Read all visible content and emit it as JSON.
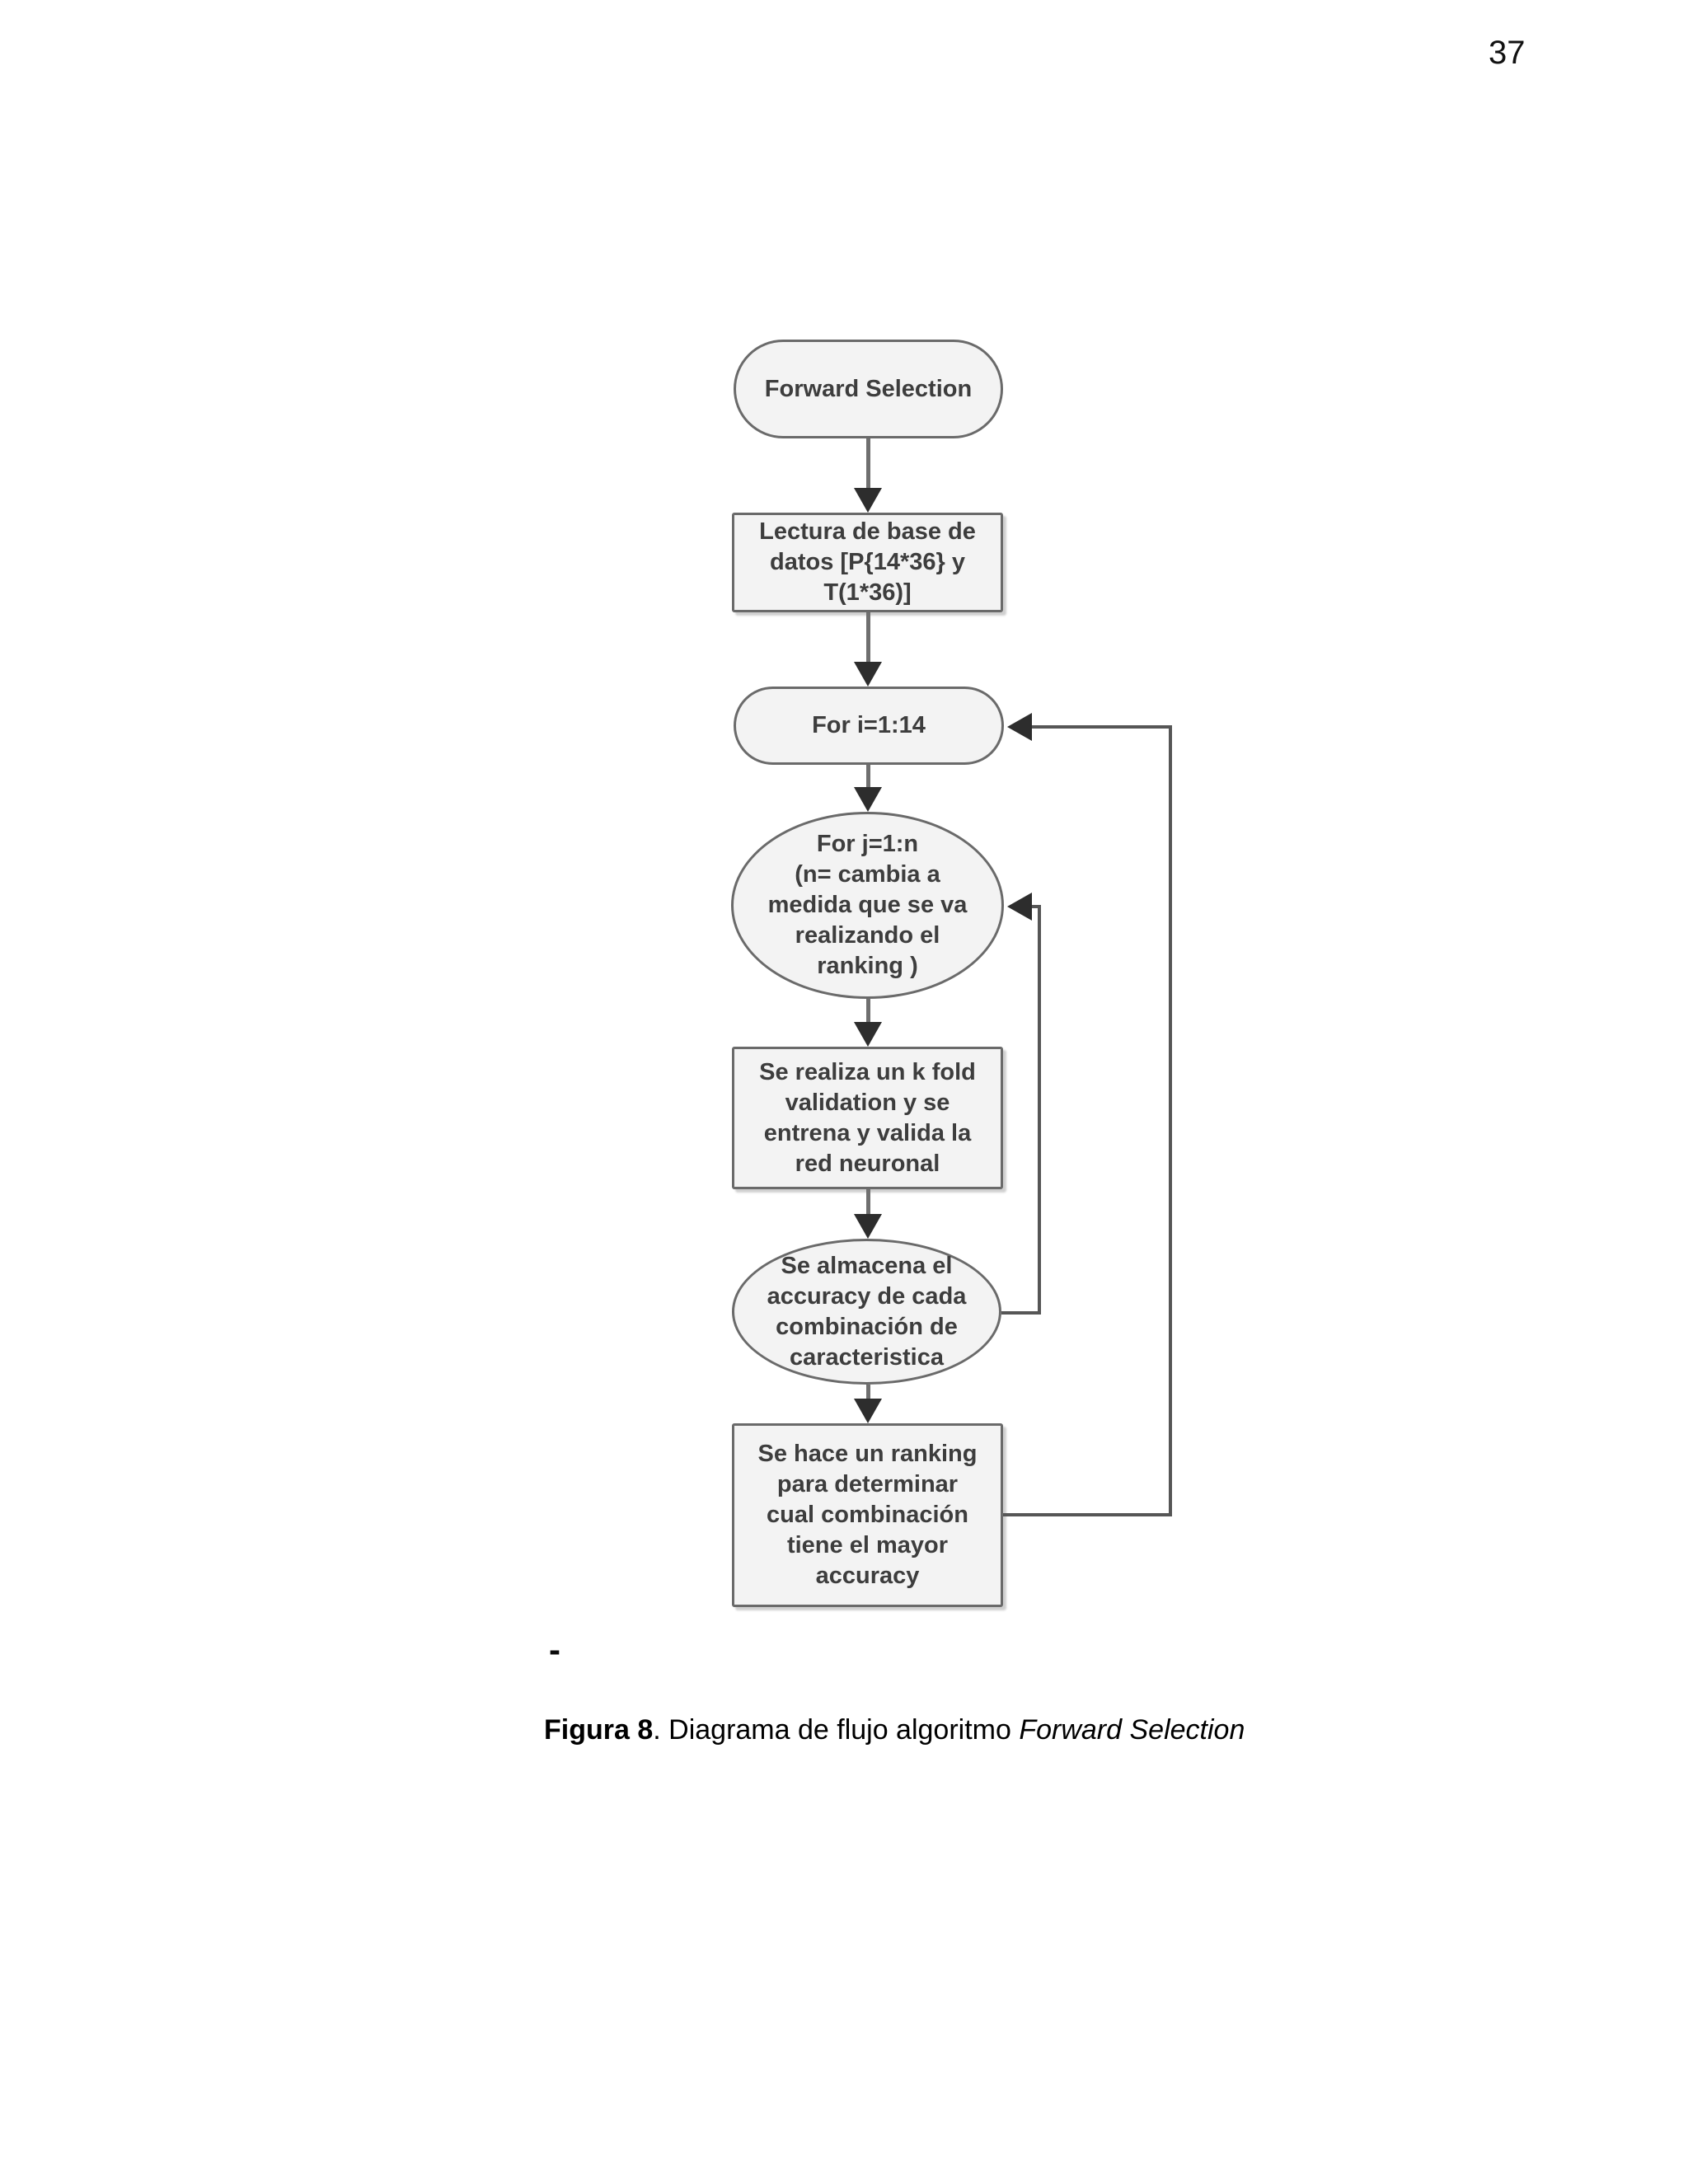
{
  "page": {
    "number": "37",
    "stray_dash": "-"
  },
  "flowchart": {
    "title": "Forward Selection flow diagram",
    "nodes": [
      {
        "id": "start",
        "shape": "stadium",
        "text": "Forward Selection"
      },
      {
        "id": "read-database",
        "shape": "rect",
        "text": "Lectura de base de\ndatos [P{14*36} y\nT(1*36)]"
      },
      {
        "id": "for-i",
        "shape": "stadium",
        "text": "For i=1:14"
      },
      {
        "id": "for-j",
        "shape": "ellipse",
        "text": "For j=1:n\n(n= cambia a\nmedida que se va\nrealizando el\nranking )"
      },
      {
        "id": "kfold",
        "shape": "rect",
        "text": "Se realiza un k fold\nvalidation y se\nentrena y valida la\nred neuronal"
      },
      {
        "id": "store-accuracy",
        "shape": "ellipse",
        "text": "Se almacena el\naccuracy de cada\ncombinación de\ncaracteristica"
      },
      {
        "id": "ranking",
        "shape": "rect",
        "text": "Se hace un ranking\npara determinar\ncual combinación\ntiene el mayor\naccuracy"
      }
    ],
    "edges": [
      {
        "from": "start",
        "to": "read-database",
        "type": "arrow-down"
      },
      {
        "from": "read-database",
        "to": "for-i",
        "type": "arrow-down"
      },
      {
        "from": "for-i",
        "to": "for-j",
        "type": "arrow-down"
      },
      {
        "from": "for-j",
        "to": "kfold",
        "type": "arrow-down"
      },
      {
        "from": "kfold",
        "to": "store-accuracy",
        "type": "arrow-down"
      },
      {
        "from": "store-accuracy",
        "to": "ranking",
        "type": "arrow-down"
      },
      {
        "from": "store-accuracy",
        "to": "for-j",
        "type": "loop-back"
      },
      {
        "from": "ranking",
        "to": "for-i",
        "type": "loop-back"
      }
    ],
    "colors": {
      "node_fill": "#f3f3f3",
      "node_border": "#6a6a6a",
      "connector_line": "#6f6f6f",
      "loop_line": "#565656",
      "arrowhead": "#2d2d2d",
      "node_text": "#3d3d3d"
    }
  },
  "caption": {
    "bold": "Figura 8",
    "regular": ". Diagrama de flujo algoritmo ",
    "italic": "Forward Selection"
  }
}
